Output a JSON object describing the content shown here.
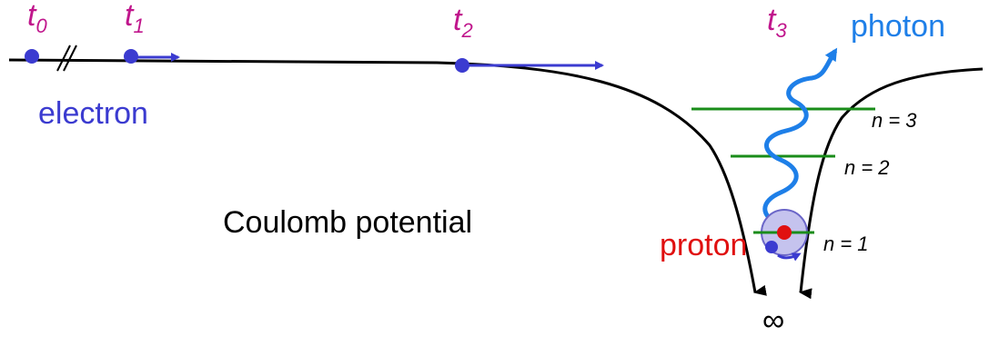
{
  "colors": {
    "time_label": "#c0168c",
    "electron": "#3b3bd0",
    "photon": "#1e7fe8",
    "proton": "#e01010",
    "level_line": "#1a8c1a",
    "curve": "#000000"
  },
  "labels": {
    "t0": {
      "main": "t",
      "sub": "0"
    },
    "t1": {
      "main": "t",
      "sub": "1"
    },
    "t2": {
      "main": "t",
      "sub": "2"
    },
    "t3": {
      "main": "t",
      "sub": "3"
    },
    "electron": "electron",
    "photon": "photon",
    "proton": "proton",
    "potential": "Coulomb potential",
    "infinity": "∞"
  },
  "levels": [
    {
      "label": "n = 3"
    },
    {
      "label": "n = 2"
    },
    {
      "label": "n = 1"
    }
  ]
}
